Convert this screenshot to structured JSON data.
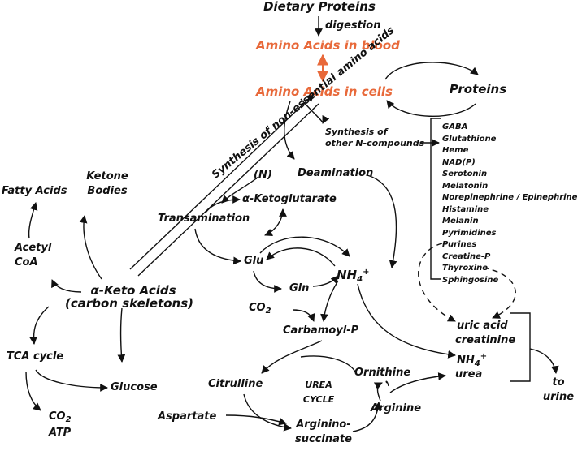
{
  "colors": {
    "ink": "#111111",
    "highlight": "#e8693a"
  },
  "nodes": {
    "dietary_proteins": "Dietary Proteins",
    "digestion": "digestion",
    "amino_acids_blood": "Amino Acids in blood",
    "amino_acids_cells": "Amino Acids in cells",
    "proteins": "Proteins",
    "synthesis_other_line1": "Synthesis of",
    "synthesis_other_line2": "other N-compounds",
    "deamination": "Deamination",
    "n_label": "(N)",
    "alpha_ketoglutarate": "α-Ketoglutarate",
    "transamination": "Transamination",
    "synthesis_nonessential": "Synthesis of non-essential amino acids",
    "fatty_acids": "Fatty Acids",
    "ketone_bodies_line1": "Ketone",
    "ketone_bodies_line2": "Bodies",
    "acetyl_coa_line1": "Acetyl",
    "acetyl_coa_line2": "CoA",
    "keto_acids_line1": "α-Keto Acids",
    "keto_acids_line2": "(carbon skeletons)",
    "tca_cycle": "TCA cycle",
    "glucose": "Glucose",
    "co2_atp_co": "CO",
    "co2_atp_sub": "2",
    "co2_atp_line2": "ATP",
    "glu": "Glu",
    "gln": "Gln",
    "nh4_main": "NH",
    "nh4_sub": "4",
    "nh4_sup": "+",
    "co2_co": "CO",
    "co2_sub": "2",
    "carbamoyl_p": "Carbamoyl-P",
    "citrulline": "Citrulline",
    "urea_cycle_line1": "UREA",
    "urea_cycle_line2": "CYCLE",
    "ornithine": "Ornithine",
    "arginine": "Arginine",
    "argininosuccinate_line1": "Arginino-",
    "argininosuccinate_line2": "succinate",
    "aspartate": "Aspartate",
    "uric_acid": "uric acid",
    "creatinine": "creatinine",
    "nh4_excr_main": "NH",
    "nh4_excr_sub": "4",
    "nh4_excr_sup": "+",
    "urea": "urea",
    "to_urine_line1": "to",
    "to_urine_line2": "urine"
  },
  "n_compounds": [
    "GABA",
    "Glutathione",
    "Heme",
    "NAD(P)",
    "Serotonin",
    "Melatonin",
    "Norepinephrine / Epinephrine",
    "Histamine",
    "Melanin",
    "Pyrimidines",
    "Purines",
    "Creatine-P",
    "Thyroxine",
    "Sphingosine"
  ]
}
